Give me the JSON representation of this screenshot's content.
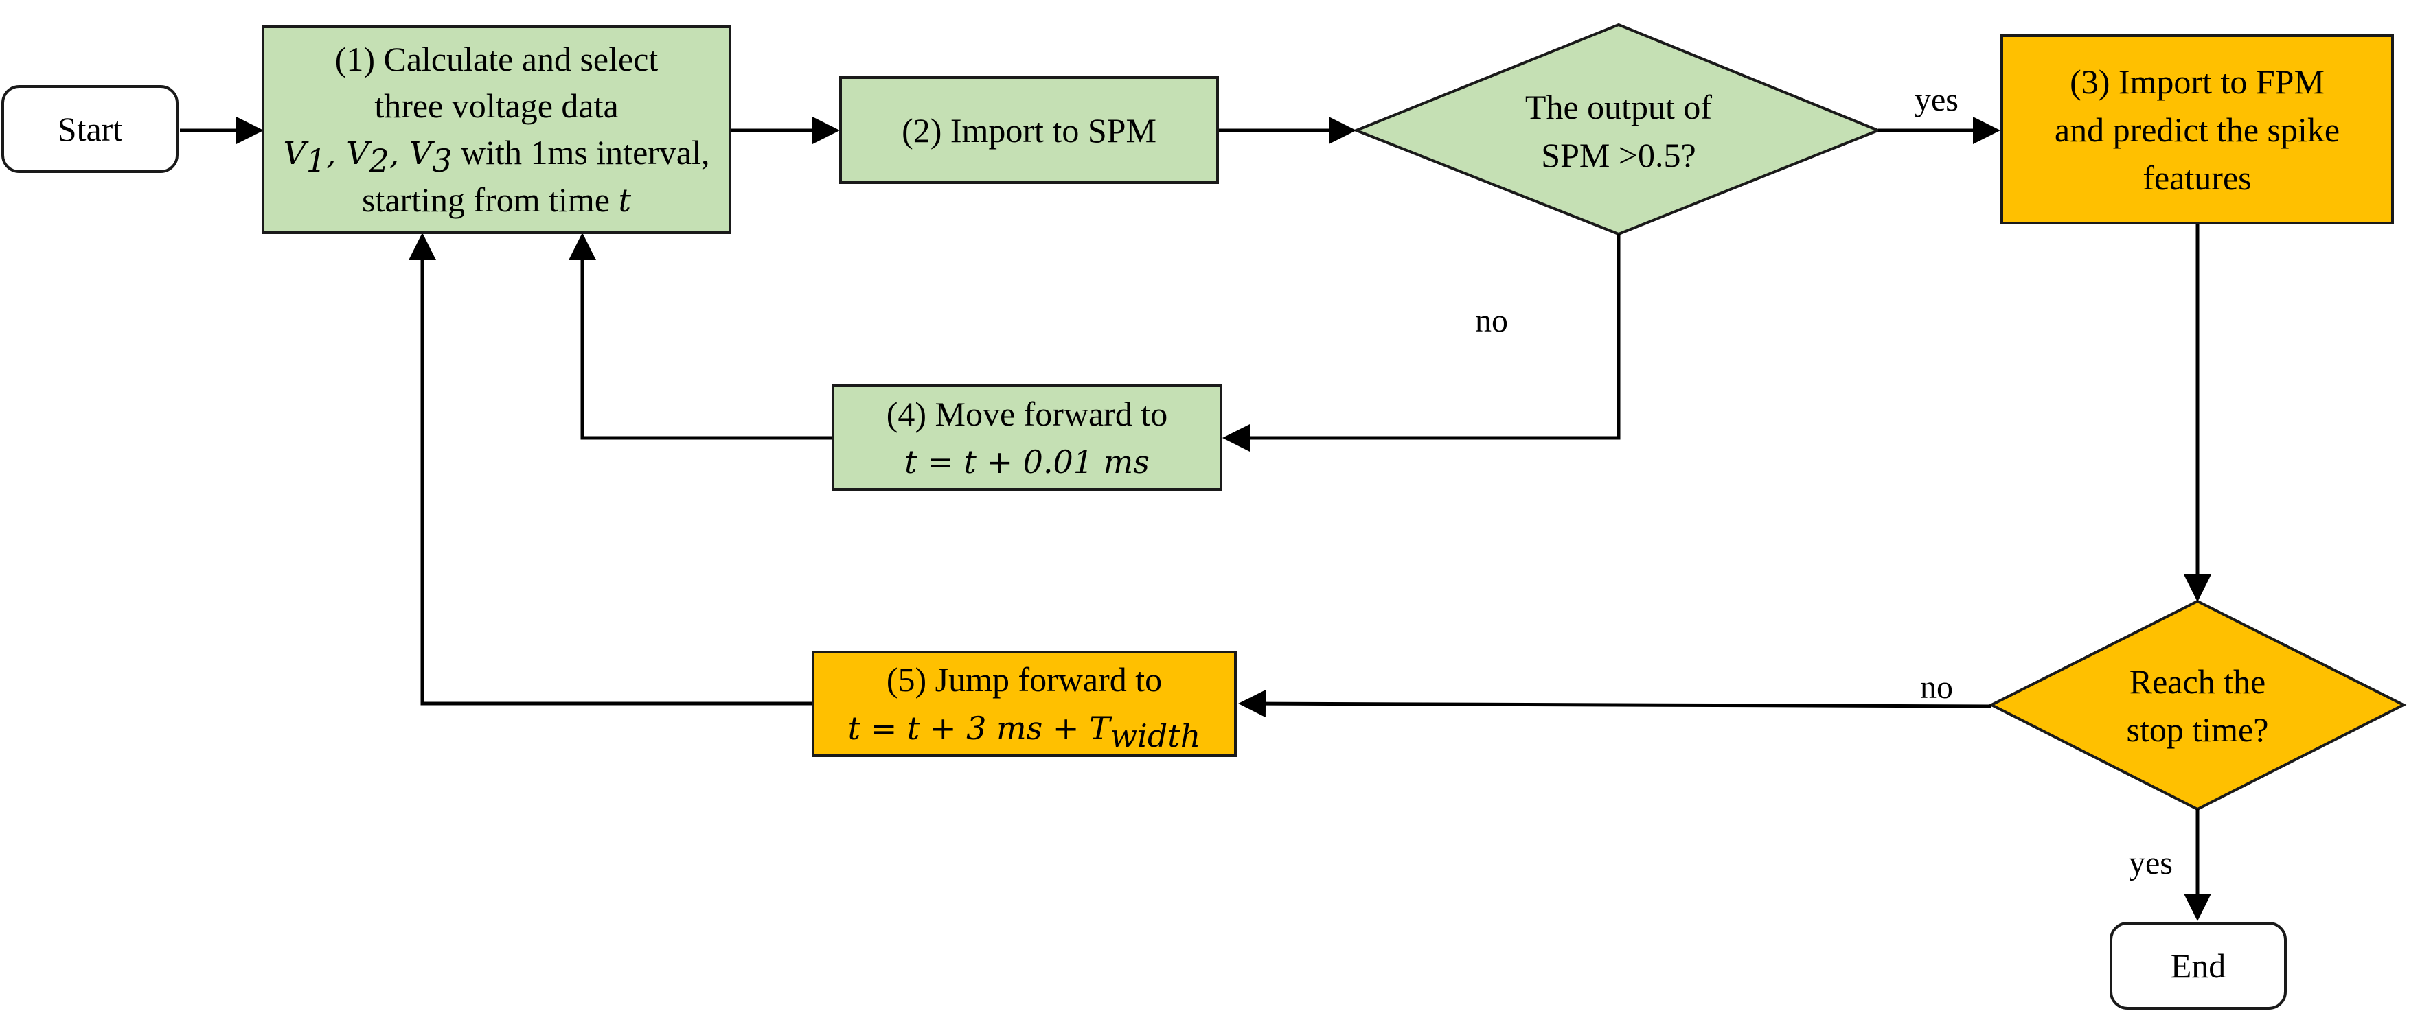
{
  "nodes": {
    "start": "Start",
    "end": "End",
    "step1": {
      "line1": "(1) Calculate and select",
      "line2": "three voltage data",
      "line3_v1": "V",
      "line3_s1": "1",
      "line3_v2": "V",
      "line3_s2": "2",
      "line3_v3": "V",
      "line3_s3": "3",
      "line3_rest": "with 1ms interval,",
      "line4": "starting from time",
      "line4_var": "t"
    },
    "step2": "(2) Import to SPM",
    "decision1": {
      "line1": "The output of",
      "line2": "SPM >0.5?"
    },
    "step3": {
      "line1": "(3) Import to FPM",
      "line2": "and predict the spike",
      "line3": "features"
    },
    "step4": {
      "line1": "(4) Move forward to",
      "line2": "t = t + 0.01 ms"
    },
    "decision2": {
      "line1": "Reach the",
      "line2": "stop time?"
    },
    "step5": {
      "line1": "(5) Jump forward to",
      "line2_main": "t = t + 3 ms + T",
      "line2_sub": "width"
    }
  },
  "edge_labels": {
    "d1_yes": "yes",
    "d1_no": "no",
    "d2_no": "no",
    "d2_yes": "yes"
  },
  "colors": {
    "green_fill": "#c5e0b4",
    "orange_fill": "#ffc000",
    "stroke": "#1a1a1a"
  }
}
